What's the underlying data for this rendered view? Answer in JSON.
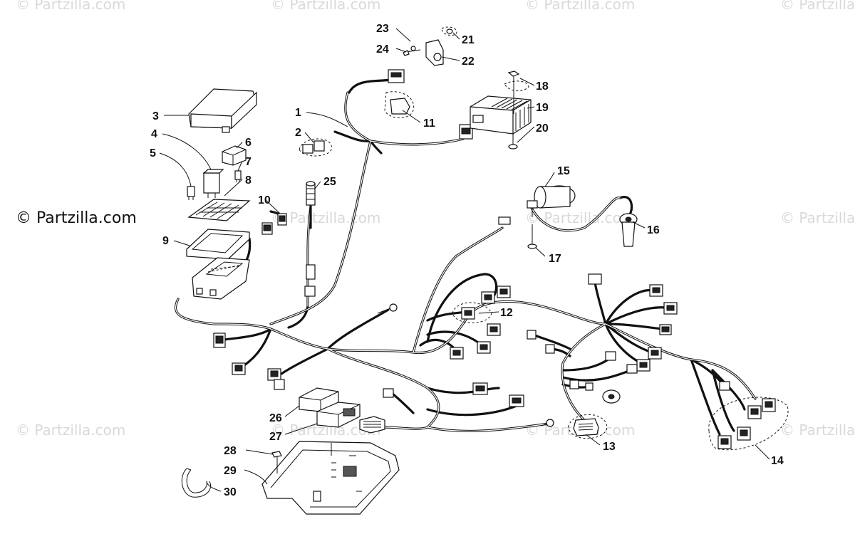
{
  "watermark": {
    "text": "© Partzilla.com",
    "prominent_text": "© Partzilla.com"
  },
  "callouts": [
    "1",
    "2",
    "3",
    "4",
    "5",
    "6",
    "7",
    "8",
    "9",
    "10",
    "11",
    "12",
    "13",
    "14",
    "15",
    "16",
    "17",
    "18",
    "19",
    "20",
    "21",
    "22",
    "23",
    "24",
    "25",
    "26",
    "27",
    "28",
    "29",
    "30"
  ],
  "colors": {
    "line": "#111111",
    "watermark": "#d9d9d9",
    "background": "#ffffff"
  }
}
